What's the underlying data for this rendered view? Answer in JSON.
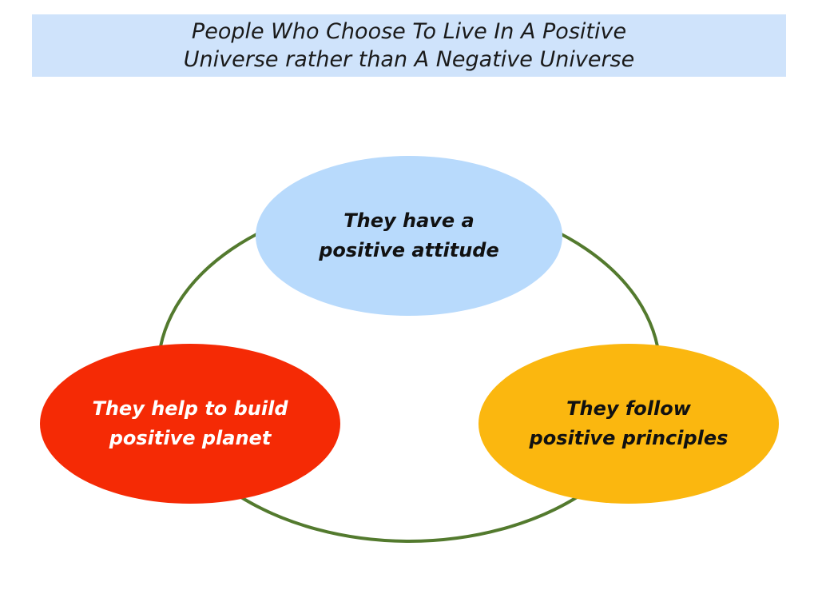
{
  "title": {
    "line1": "People Who Choose To Live In A Positive",
    "line2": "Universe rather than A Negative Universe"
  },
  "nodes": {
    "top": {
      "line1": "They have a",
      "line2": "positive attitude",
      "fill": "#b8dafc",
      "text_color": "#111111"
    },
    "left": {
      "line1": "They help to build",
      "line2": "positive planet",
      "fill": "#f52a05",
      "text_color": "#ffffff"
    },
    "right": {
      "line1": "They follow",
      "line2": "positive principles",
      "fill": "#fbb70f",
      "text_color": "#111111"
    }
  },
  "colors": {
    "banner": "#cfe3fb",
    "cycle_ring": "#537a2e"
  }
}
